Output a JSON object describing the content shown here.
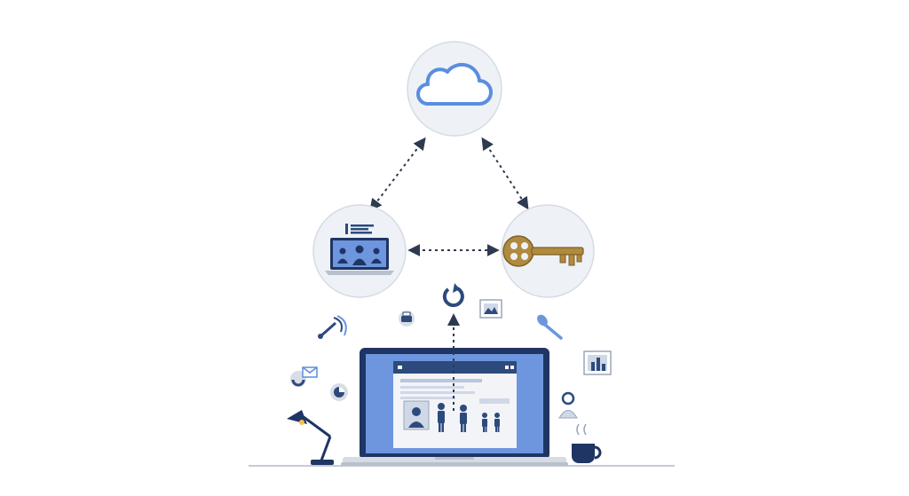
{
  "colors": {
    "background": "#ffffff",
    "circle_fill": "#eef1f6",
    "circle_stroke": "#d6dbe4",
    "accent_blue": "#5b8de0",
    "navy": "#2d4a7c",
    "dark_navy": "#1f3563",
    "screen_blue": "#6e96de",
    "key_gold": "#b08a3e",
    "connector": "#2e3a4f",
    "laptop_silver": "#d7dbe2"
  },
  "nodes": [
    {
      "id": "cloud",
      "icon": "cloud-icon"
    },
    {
      "id": "video-conference",
      "icon": "video-conference-laptop-icon"
    },
    {
      "id": "access-key",
      "icon": "key-icon"
    }
  ],
  "connections": [
    {
      "from": "cloud",
      "to": "video-conference",
      "style": "dashed-bidirectional"
    },
    {
      "from": "cloud",
      "to": "access-key",
      "style": "dashed-bidirectional"
    },
    {
      "from": "video-conference",
      "to": "access-key",
      "style": "dashed-bidirectional"
    },
    {
      "from": "laptop",
      "to": "sync",
      "style": "dashed-unidirectional"
    }
  ],
  "floating_icons": [
    "sync-icon",
    "printer-icon",
    "image-icon",
    "satellite-dish-icon",
    "spoon-icon",
    "mail-icon",
    "pie-chart-icon",
    "chart-frame-icon",
    "user-profile-icon"
  ],
  "desk_items": [
    "desk-lamp-icon",
    "laptop-icon",
    "coffee-mug-icon"
  ]
}
